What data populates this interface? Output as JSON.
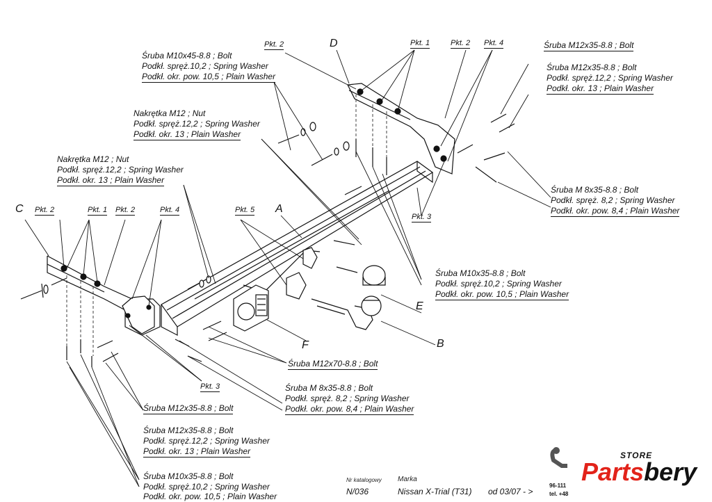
{
  "letters": {
    "a": "A",
    "b": "B",
    "c": "C",
    "d": "D",
    "e": "E",
    "f": "F"
  },
  "pkt": {
    "p1": "Pkt. 1",
    "p2": "Pkt. 2",
    "p3": "Pkt. 3",
    "p4": "Pkt. 4",
    "p5": "Pkt. 5"
  },
  "callouts": {
    "top_left_bolt": [
      "Śruba M10x45-8.8 ;  Bolt",
      "Podkł. spręż.10,2 ; Spring Washer",
      "Podkł. okr. pow. 10,5 ; Plain Washer"
    ],
    "top_left_nut": [
      "Nakrętka  M12 ; Nut",
      "Podkł. spręż.12,2 ; Spring Washer",
      "Podkł. okr. 13 ; Plain Washer"
    ],
    "left_nut": [
      "Nakrętka  M12 ; Nut",
      "Podkł. spręż.12,2 ; Spring Washer",
      "Podkł. okr. 13 ; Plain Washer"
    ],
    "top_right_bolt1": [
      "Śruba M12x35-8.8 ;  Bolt"
    ],
    "top_right_bolt2": [
      "Śruba M12x35-8.8 ;  Bolt",
      "Podkł. spręż.12,2 ; Spring Washer",
      "Podkł. okr. 13 ; Plain Washer"
    ],
    "right_m8": [
      "Śruba M 8x35-8.8 ;  Bolt",
      "Podkł. spręż. 8,2 ; Spring Washer",
      "Podkł. okr. pow. 8,4 ; Plain Washer"
    ],
    "mid_m10": [
      "Śruba M10x35-8.8 ;  Bolt",
      "Podkł. spręż.10,2 ; Spring Washer",
      "Podkł. okr. pow. 10,5 ; Plain Washer"
    ],
    "m12x70": [
      "Śruba M12x70-8.8 ;  Bolt"
    ],
    "mid_m8": [
      "Śruba M 8x35-8.8 ;  Bolt",
      "Podkł. spręż. 8,2 ; Spring Washer",
      "Podkł. okr. pow. 8,4 ; Plain Washer"
    ],
    "bl_m12": [
      "Śruba M12x35-8.8 ;  Bolt"
    ],
    "bl_m12b": [
      "Śruba M12x35-8.8 ;  Bolt",
      "Podkł. spręż.12,2 ; Spring Washer",
      "Podkł. okr. 13 ; Plain Washer"
    ],
    "bl_m10": [
      "Śruba M10x35-8.8 ;  Bolt",
      "Podkł. spręż.10,2 ; Spring Washer",
      "Podkł. okr. pow. 10,5 ; Plain Washer"
    ]
  },
  "footer": {
    "catalog_label": "Nr katalogowy",
    "catalog_value": "N/036",
    "brand_label": "Marka",
    "brand_value": "Nissan X-Trial (T31)",
    "date_value": "od 03/07 - >",
    "phone1": "96-111",
    "phone2": "tel. +48"
  },
  "logo": {
    "store": "STORE",
    "brand_part1": "Parts",
    "brand_part2": "bery"
  }
}
